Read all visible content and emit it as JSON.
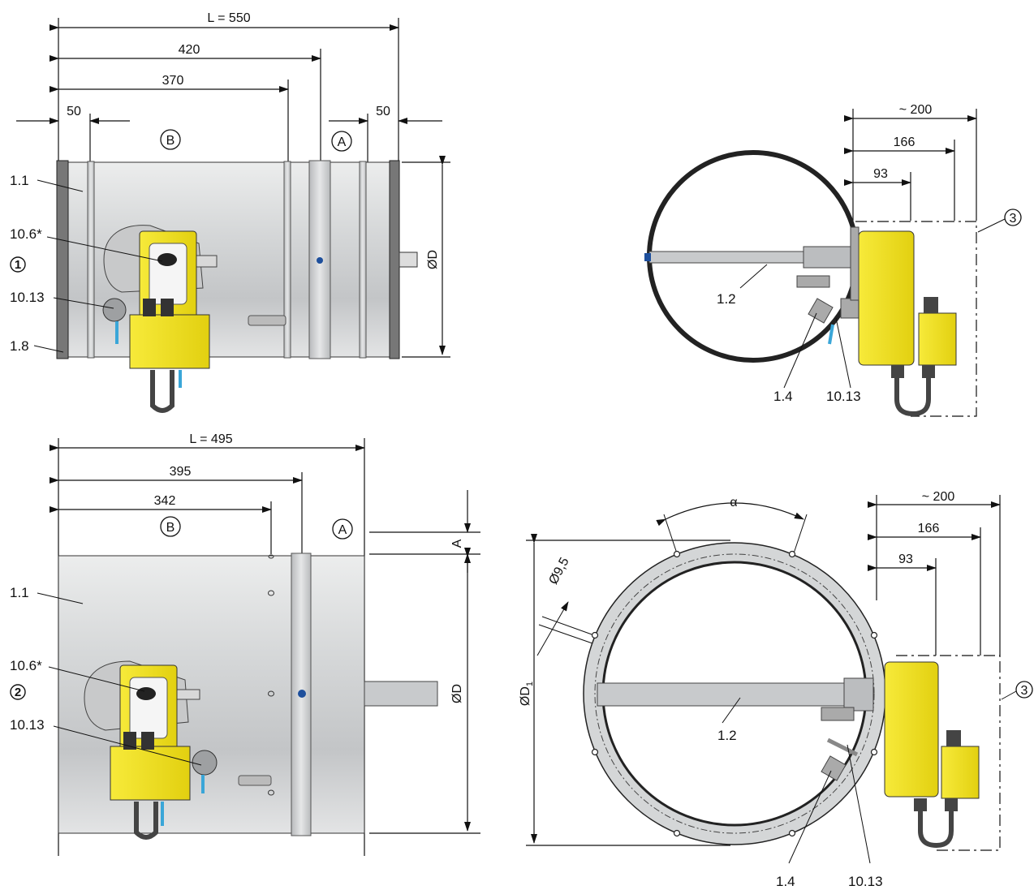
{
  "view1": {
    "dim_L": "L = 550",
    "dim_420": "420",
    "dim_370": "370",
    "dim_50_left": "50",
    "dim_50_right": "50",
    "dim_D": "ØD",
    "marker_B": "B",
    "marker_A": "A",
    "variant": "1",
    "labels": [
      "1.1",
      "10.6*",
      "10.13",
      "1.8"
    ]
  },
  "view2": {
    "dim_200": "~ 200",
    "dim_166": "166",
    "dim_93": "93",
    "marker_3": "3",
    "labels": [
      "1.2",
      "1.4",
      "10.13"
    ]
  },
  "view3": {
    "dim_L": "L = 495",
    "dim_395": "395",
    "dim_342": "342",
    "dim_A": "A",
    "dim_D": "ØD",
    "marker_B": "B",
    "marker_A": "A",
    "variant": "2",
    "labels": [
      "1.1",
      "10.6*",
      "10.13"
    ]
  },
  "view4": {
    "dim_alpha": "α",
    "dim_95": "Ø9,5",
    "dim_D1": "ØD",
    "dim_D1_sub": "1",
    "dim_200": "~ 200",
    "dim_166": "166",
    "dim_93": "93",
    "marker_3": "3",
    "labels": [
      "1.2",
      "1.4",
      "10.13"
    ]
  },
  "colors": {
    "duct": "#c9cbcd",
    "actuator": "#f2e21a",
    "outline": "#1a1a1a",
    "accent": "#1e4f9c",
    "water": "#3aa6d8"
  }
}
